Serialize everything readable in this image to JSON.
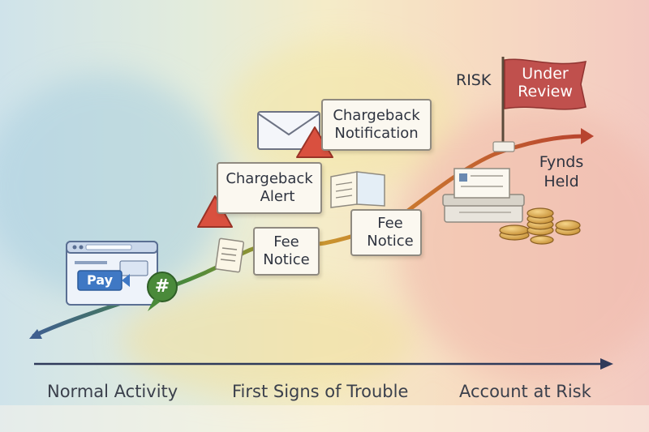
{
  "stages": {
    "normal": "Normal Activity",
    "trouble": "First Signs of Trouble",
    "risk": "Account at Risk"
  },
  "browser": {
    "pay_label": "Pay",
    "badge_symbol": "#"
  },
  "cards": {
    "fee_notice_1": {
      "line1": "Fee",
      "line2": "Notice"
    },
    "fee_notice_2": {
      "line1": "Fee",
      "line2": "Notice"
    },
    "chargeback_alert": {
      "line1": "Chargeback",
      "line2": "Alert"
    },
    "chargeback_notification": {
      "line1": "Chargeback",
      "line2": "Notification"
    }
  },
  "flag": {
    "risk_label": "RISK",
    "line1": "Under",
    "line2": "Review"
  },
  "funds": {
    "line1": "Fynds",
    "line2": "Held"
  },
  "colors": {
    "flag_red": "#c0504d",
    "path_green": "#4a8a3a",
    "path_orange": "#c9742f",
    "path_red": "#b8442f",
    "warning_red": "#d9503f",
    "pay_blue": "#3f78c4"
  }
}
